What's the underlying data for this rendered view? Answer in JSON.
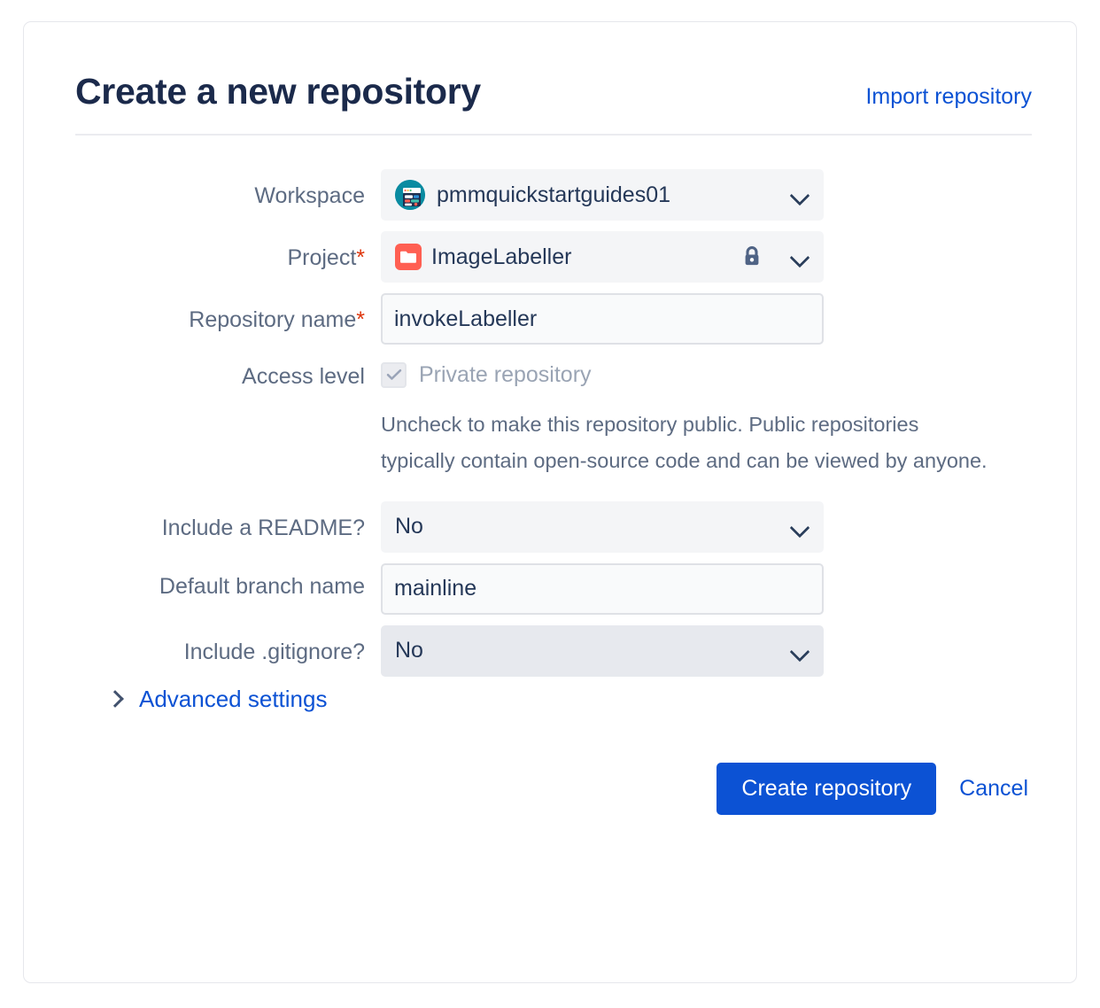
{
  "header": {
    "title": "Create a new repository",
    "import_link": "Import repository"
  },
  "form": {
    "workspace": {
      "label": "Workspace",
      "value": "pmmquickstartguides01",
      "avatar_icon": "workspace-avatar-icon",
      "chevron_icon": "chevron-down-icon"
    },
    "project": {
      "label": "Project",
      "required_mark": "*",
      "value": "ImageLabeller",
      "project_icon": "folder-icon",
      "lock_icon": "lock-icon",
      "chevron_icon": "chevron-down-icon"
    },
    "repository_name": {
      "label": "Repository name",
      "required_mark": "*",
      "value": "invokeLabeller",
      "placeholder": ""
    },
    "access_level": {
      "label": "Access level",
      "checkbox_label": "Private repository",
      "checked": true,
      "disabled": true,
      "check_icon": "checkmark-icon",
      "help_text": "Uncheck to make this repository public. Public repositories typically contain open-source code and can be viewed by anyone."
    },
    "include_readme": {
      "label": "Include a README?",
      "value": "No",
      "chevron_icon": "chevron-down-icon"
    },
    "default_branch": {
      "label": "Default branch name",
      "value": "mainline",
      "placeholder": ""
    },
    "include_gitignore": {
      "label": "Include .gitignore?",
      "value": "No",
      "chevron_icon": "chevron-down-icon"
    },
    "advanced_settings": {
      "label": "Advanced settings",
      "chevron_icon": "chevron-right-icon",
      "expanded": false
    }
  },
  "footer": {
    "create_label": "Create repository",
    "cancel_label": "Cancel"
  },
  "colors": {
    "accent": "#0c52d4",
    "title": "#1b2a4b",
    "label": "#5d6b82",
    "required": "#de350b",
    "workspace_avatar": "#0a8ba1",
    "project_icon": "#ff5f52",
    "field_bg": "#f4f5f7"
  }
}
